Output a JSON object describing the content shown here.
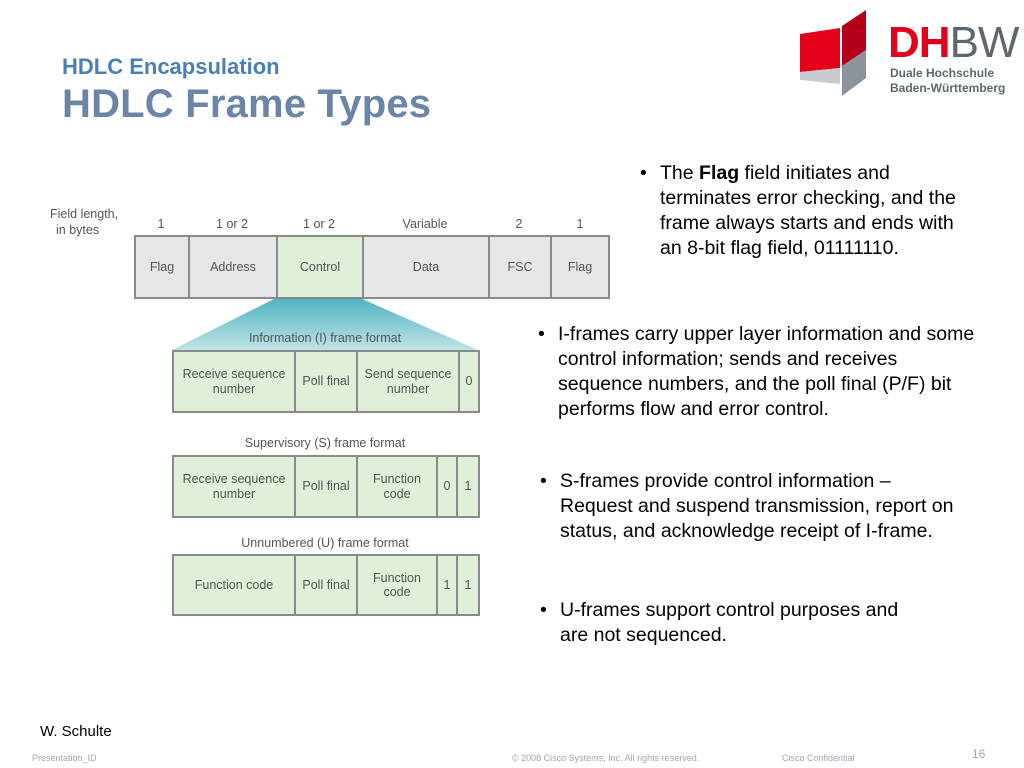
{
  "slide": {
    "subtitle": "HDLC Encapsulation",
    "title": "HDLC Frame Types"
  },
  "logo": {
    "brand_main": "DH",
    "brand_rest": "BW",
    "line1": "Duale Hochschule",
    "line2": "Baden-Württemberg",
    "colors": {
      "red": "#e2001a",
      "gray": "#5d6770"
    }
  },
  "diagram": {
    "length_caption_1": "Field length,",
    "length_caption_2": "in bytes",
    "fields": [
      {
        "name": "Flag",
        "length": "1"
      },
      {
        "name": "Address",
        "length": "1 or 2"
      },
      {
        "name": "Control",
        "length": "1 or 2"
      },
      {
        "name": "Data",
        "length": "Variable"
      },
      {
        "name": "FSC",
        "length": "2"
      },
      {
        "name": "Flag",
        "length": "1"
      }
    ],
    "formats": [
      {
        "title": "Information (I) frame format",
        "cells": [
          "Receive sequence number",
          "Poll final",
          "Send sequence number",
          "0"
        ]
      },
      {
        "title": "Supervisory (S) frame format",
        "cells": [
          "Receive sequence number",
          "Poll final",
          "Function code",
          "0",
          "1"
        ]
      },
      {
        "title": "Unnumbered (U) frame format",
        "cells": [
          "Function code",
          "Poll final",
          "Function code",
          "1",
          "1"
        ]
      }
    ],
    "colors": {
      "gray_cell": "#e6e6e9",
      "green_cell": "#e2efd8",
      "fan": "#5fb8c2"
    }
  },
  "bullets": {
    "flag": {
      "pre": "The ",
      "bold": "Flag",
      "post": " field initiates and terminates error checking, and the frame always starts and ends with an 8-bit flag field, 01111110."
    },
    "iframe": "I-frames carry upper layer information and some control information; sends and receives sequence numbers, and the poll final (P/F) bit performs flow and error control.",
    "sframe": "S-frames provide control information – Request and suspend transmission, report on status, and acknowledge receipt of I-frame.",
    "uframe": "U-frames support control purposes and are not sequenced."
  },
  "footer": {
    "author": "W. Schulte",
    "presentation_id": "Presentation_ID",
    "copyright": "© 2008 Cisco Systems, Inc. All rights reserved.",
    "confidential": "Cisco Confidential",
    "page_number": "16"
  }
}
